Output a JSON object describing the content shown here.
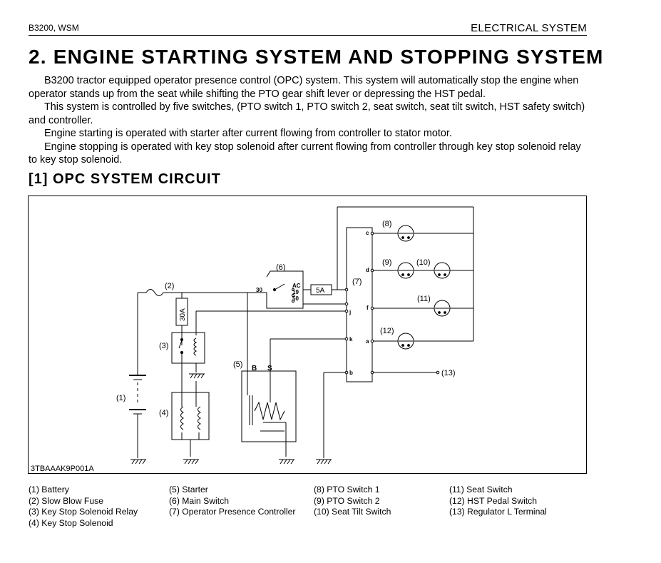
{
  "header": {
    "model": "B3200, WSM",
    "section": "ELECTRICAL SYSTEM"
  },
  "title": "2. ENGINE STARTING SYSTEM AND STOPPING SYSTEM",
  "paragraphs": [
    "B3200 tractor equipped operator presence control (OPC) system.  This system will automatically stop the engine when operator stands up from the seat while shifting the PTO gear shift lever or depressing the HST pedal.",
    "This system is controlled by five switches, (PTO switch 1, PTO switch 2, seat switch, seat tilt switch, HST safety switch) and controller.",
    "Engine starting is operated with starter after current flowing from controller to stator motor.",
    "Engine stopping is operated with key stop solenoid after current flowing from controller through key stop solenoid relay to key stop solenoid."
  ],
  "section_title": "[1]  OPC  SYSTEM  CIRCUIT",
  "diagram": {
    "figure_code": "3TBAAAK9P001A",
    "callouts": {
      "c1": "(1)",
      "c2": "(2)",
      "c3": "(3)",
      "c4": "(4)",
      "c5": "(5)",
      "c6": "(6)",
      "c7": "(7)",
      "c8": "(8)",
      "c9": "(9)",
      "c10": "(10)",
      "c11": "(11)",
      "c12": "(12)",
      "c13": "(13)"
    },
    "fuse_30a": "30A",
    "fuse_5a": "5A",
    "switch_terminals": {
      "t30": "30",
      "ac": "AC",
      "t19": "19",
      "t50": "50"
    },
    "starter_terminals": {
      "b": "B",
      "s": "S"
    },
    "controller_terminals": {
      "c": "c",
      "d": "d",
      "j": "j",
      "f": "f",
      "k": "k",
      "a": "a",
      "b": "b"
    }
  },
  "legend": [
    [
      "(1) Battery",
      "(2) Slow Blow Fuse",
      "(3) Key Stop Solenoid Relay",
      "(4) Key Stop Solenoid"
    ],
    [
      "(5) Starter",
      "(6) Main Switch",
      "(7) Operator Presence Controller"
    ],
    [
      "(8) PTO Switch 1",
      "(9) PTO Switch 2",
      "(10) Seat Tilt Switch"
    ],
    [
      "(11) Seat Switch",
      "(12) HST Pedal Switch",
      "(13) Regulator L Terminal"
    ]
  ]
}
